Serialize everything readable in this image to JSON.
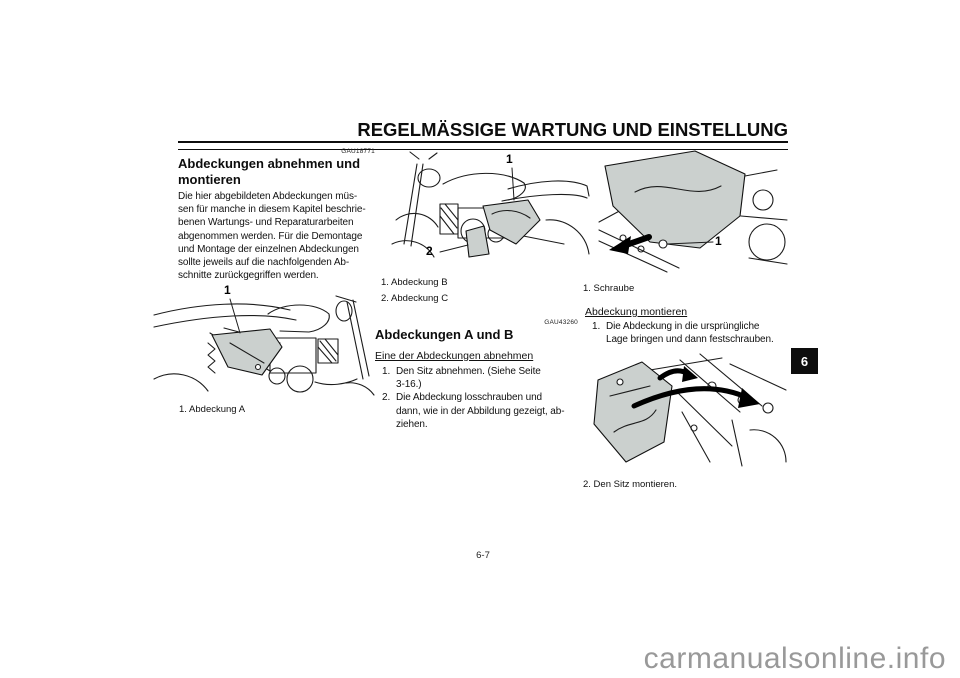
{
  "header": {
    "title": "REGELMÄSSIGE WARTUNG UND EINSTELLUNG"
  },
  "page_number": "6-7",
  "chapter_tab": "6",
  "watermark": "carmanualsonline.info",
  "col1": {
    "code": "GAU18771",
    "heading": "Abdeckungen abnehmen und montieren",
    "body_lines": [
      "Die hier abgebildeten Abdeckungen müs-",
      "sen für manche in diesem Kapitel beschrie-",
      "benen Wartungs- und Reparaturarbeiten",
      "abgenommen werden. Für die Demontage",
      "und Montage der einzelnen Abdeckungen",
      "sollte jeweils auf die nachfolgenden Ab-",
      "schnitte zurückgegriffen werden."
    ],
    "figure_a": {
      "callout1": "1",
      "caption": "1. Abdeckung A"
    }
  },
  "col2": {
    "figure_bc": {
      "callout1": "1",
      "callout2": "2",
      "caption1": "1. Abdeckung B",
      "caption2": "2. Abdeckung C"
    },
    "code": "GAU43260",
    "heading": "Abdeckungen A und B",
    "subheading": "Eine der Abdeckungen abnehmen",
    "steps": [
      {
        "num": "1.",
        "text": "Den Sitz abnehmen. (Siehe Seite"
      },
      {
        "num": "",
        "text": "3-16.)"
      },
      {
        "num": "2.",
        "text": "Die Abdeckung losschrauben und"
      },
      {
        "num": "",
        "text": "dann, wie in der Abbildung gezeigt, ab-"
      },
      {
        "num": "",
        "text": "ziehen."
      }
    ]
  },
  "col3": {
    "figure_screw": {
      "callout1": "1",
      "caption": "1. Schraube"
    },
    "subheading": "Abdeckung montieren",
    "steps": [
      {
        "num": "1.",
        "text": "Die Abdeckung in die ursprüngliche"
      },
      {
        "num": "",
        "text": "Lage bringen und dann festschrauben."
      }
    ],
    "figure_install": {
      "caption": "2. Den Sitz montieren."
    }
  }
}
